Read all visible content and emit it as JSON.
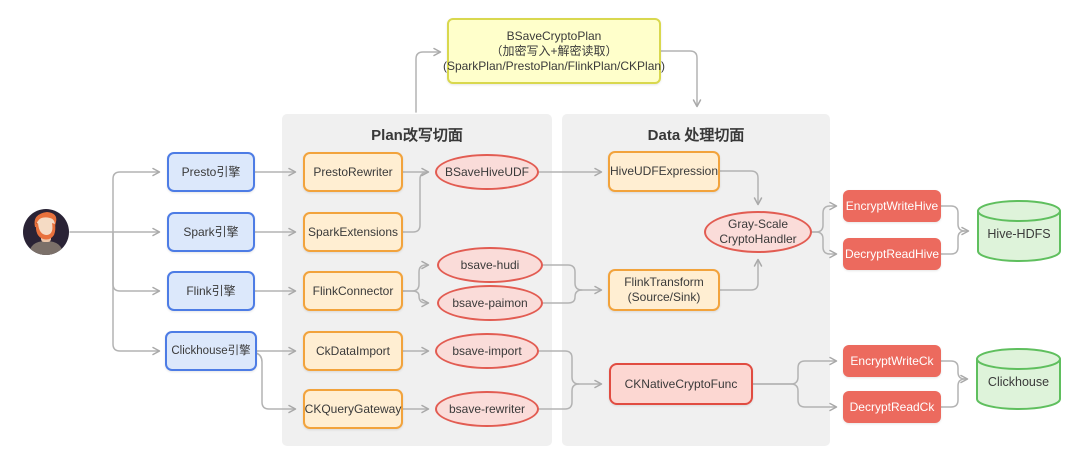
{
  "top_plan": {
    "line1": "BSaveCryptoPlan",
    "line2": "（加密写入+解密读取）",
    "line3": "(SparkPlan/PrestoPlan/FlinkPlan/CKPlan)"
  },
  "engines": {
    "presto": "Presto引擎",
    "spark": "Spark引擎",
    "flink": "Flink引擎",
    "clickhouse": "Clickhouse引擎"
  },
  "plan_panel": {
    "title": "Plan改写切面",
    "boxes": {
      "presto_rewriter": "PrestoRewriter",
      "spark_extensions": "SparkExtensions",
      "flink_connector": "FlinkConnector",
      "ck_data_import": "CkDataImport",
      "ck_query_gateway": "CKQueryGateway"
    },
    "ellipses": {
      "bsave_hive_udf": "BSaveHiveUDF",
      "bsave_hudi": "bsave-hudi",
      "bsave_paimon": "bsave-paimon",
      "bsave_import": "bsave-import",
      "bsave_rewriter": "bsave-rewriter"
    }
  },
  "data_panel": {
    "title": "Data 处理切面",
    "hive_udf_expression": "HiveUDFExpression",
    "gray_scale_handler": {
      "line1": "Gray-Scale",
      "line2": "CryptoHandler"
    },
    "flink_transform": {
      "line1": "FlinkTransform",
      "line2": "(Source/Sink)"
    },
    "ck_native_crypto_func": "CKNativeCryptoFunc"
  },
  "outputs": {
    "encrypt_write_hive": "EncryptWriteHive",
    "decrypt_read_hive": "DecryptReadHive",
    "hive_hdfs": "Hive-HDFS",
    "encrypt_write_ck": "EncryptWriteCk",
    "decrypt_read_ck": "DecryptReadCk",
    "clickhouse": "Clickhouse"
  },
  "colors": {
    "engine_fill": "#dce8fb",
    "engine_border": "#4d7ce5",
    "plan_fill": "#ffeed2",
    "plan_border": "#f2a33c",
    "ellipse_fill": "#fadcd9",
    "ellipse_border": "#e25c52",
    "crypto_plan_fill": "#ffffcb",
    "crypto_plan_border": "#d9d84e",
    "red_fill": "#ec6a5e",
    "native_fill": "#fcd7d2",
    "native_border": "#e14c41",
    "db_fill": "#def3da",
    "db_border": "#5fbf5e",
    "panel_bg": "#f0f0f0",
    "wire": "#b3b3b3"
  }
}
